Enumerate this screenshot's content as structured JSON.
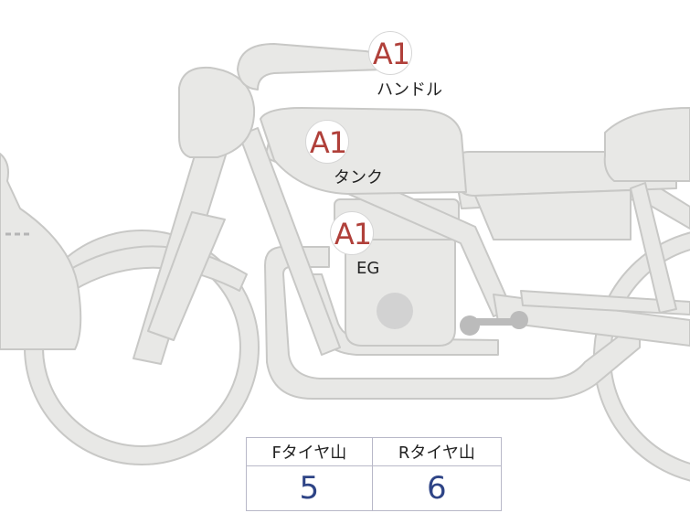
{
  "markers": [
    {
      "grade": "A1",
      "part": "ハンドル"
    },
    {
      "grade": "A1",
      "part": "タンク"
    },
    {
      "grade": "A1",
      "part": "EG"
    }
  ],
  "tire_table": {
    "headers": [
      "Fタイヤ山",
      "Rタイヤ山"
    ],
    "values": [
      "5",
      "6"
    ]
  },
  "colors": {
    "bike_fill": "#e8e8e6",
    "bike_outline": "#c8c8c6",
    "grade_text": "#b0403a",
    "value_text": "#2e4486"
  }
}
